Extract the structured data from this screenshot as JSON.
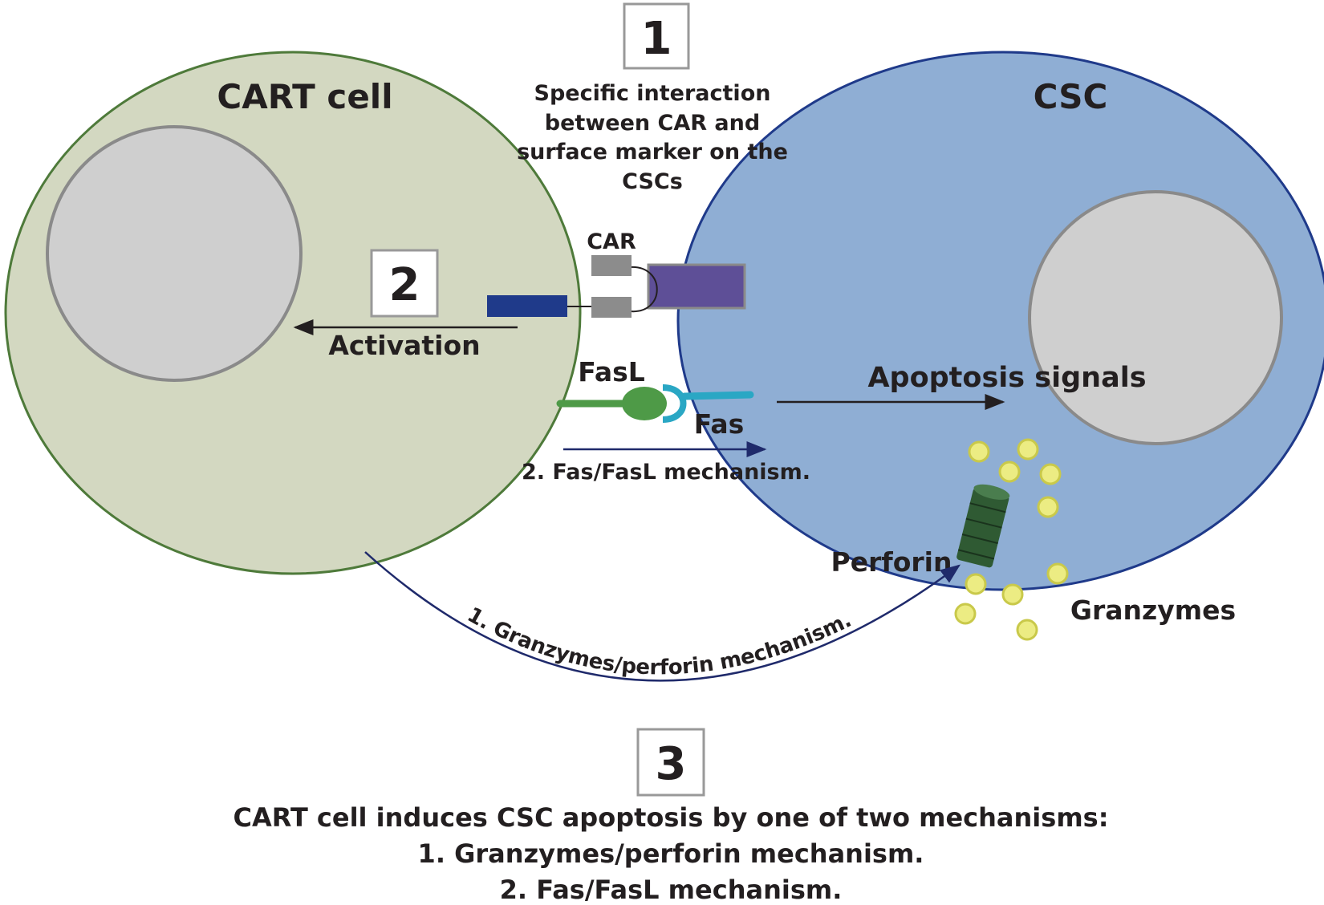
{
  "cells": {
    "cart": {
      "label": "CART cell",
      "fill": "#d3d8c1",
      "stroke": "#4e7a3a"
    },
    "csc": {
      "label": "CSC",
      "fill": "#8faed4",
      "stroke": "#1f3a8a"
    },
    "nucleus_fill": "#cfcfcf",
    "nucleus_stroke": "#8a8a8a"
  },
  "step1": {
    "number": "1",
    "text_lines": [
      "Specific interaction",
      "between CAR and",
      "surface marker on the",
      "CSCs"
    ]
  },
  "step2": {
    "number": "2",
    "activation_label": "Activation",
    "activation_color": "#d0622a"
  },
  "step3": {
    "number": "3",
    "text_lines": [
      "CART cell induces CSC apoptosis by one of two mechanisms:",
      "1. Granzymes/perforin mechanism.",
      "2. Fas/FasL mechanism."
    ]
  },
  "receptors": {
    "car_label": "CAR",
    "fasl_label": "FasL",
    "fas_label": "Fas",
    "fasl_color": "#4e9a47",
    "fas_color": "#2aa7c4",
    "marker_color": "#5e4f97",
    "car_domain_color": "#1f3a8a"
  },
  "mechanisms": {
    "fas_mechanism": "2. Fas/FasL mechanism.",
    "granzyme_mechanism": "1. Granzymes/perforin mechanism.",
    "apoptosis_signals": "Apoptosis signals",
    "apoptosis_color": "#4a2a20"
  },
  "effectors": {
    "perforin_label": "Perforin",
    "granzymes_label": "Granzymes",
    "perforin_color": "#2f5a33",
    "granzyme_fill": "#ecec83",
    "granzyme_stroke": "#c9c94a"
  }
}
